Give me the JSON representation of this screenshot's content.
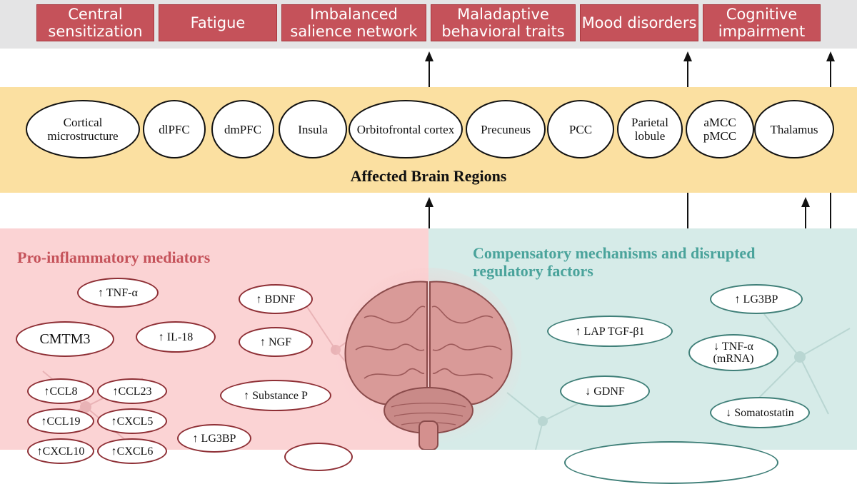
{
  "outcomes": [
    "Central sensitization",
    "Fatigue",
    "Imbalanced salience network",
    "Maladaptive behavioral traits",
    "Mood disorders",
    "Cognitive impairment"
  ],
  "regions": [
    "Cortical microstructure",
    "dlPFC",
    "dmPFC",
    "Insula",
    "Orbitofrontal cortex",
    "Precuneus",
    "PCC",
    "Parietal lobule",
    "aMCC pMCC",
    "Thalamus"
  ],
  "band_title": "Affected Brain Regions",
  "left_panel": {
    "title": "Pro-inflammatory mediators",
    "items": [
      "↑ TNF-α",
      "CMTM3",
      "↑ IL-18",
      "↑ BDNF",
      "↑ NGF",
      "↑CCL8",
      "↑CCL23",
      "↑CCL19",
      "↑CXCL5",
      "↑ Substance P",
      "↑ LG3BP",
      "↑CXCL10",
      "↑CXCL6"
    ]
  },
  "right_panel": {
    "title": "Compensatory mechanisms and disrupted regulatory factors",
    "items": [
      "↑ LG3BP",
      "↑ LAP TGF-β1",
      "↓ TNF-α (mRNA)",
      "↓ GDNF",
      "↓ Somatostatin"
    ]
  },
  "colors": {
    "outcome_fill": "#c5525a",
    "band_fill": "#fbe0a1",
    "left_panel": "#fbd3d4",
    "right_panel": "#d6ebe8",
    "left_title": "#c5525a",
    "right_title": "#4aa39b"
  }
}
